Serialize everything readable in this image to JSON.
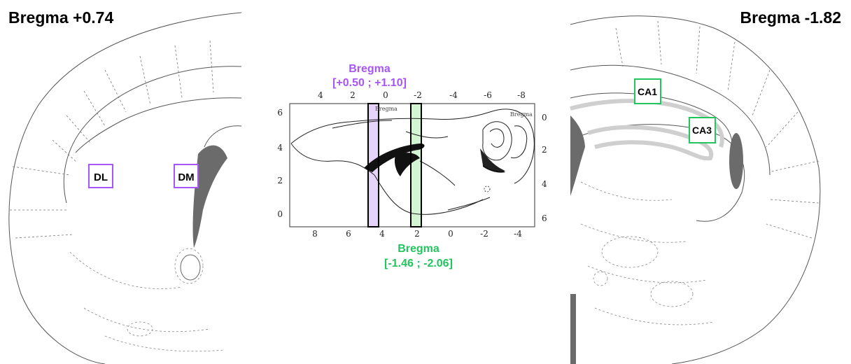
{
  "left_section": {
    "title": "Bregma +0.74",
    "regions": [
      "DL",
      "DM"
    ]
  },
  "right_section": {
    "title": "Bregma -1.82",
    "regions": [
      "CA1",
      "CA3"
    ]
  },
  "center_sagittal": {
    "top_label": {
      "line1": "Bregma",
      "line2": "[+0.50 ; +1.10]"
    },
    "bottom_label": {
      "line1": "Bregma",
      "line2": "[-1.46 ; -2.06]"
    },
    "inner_label": "Bregma",
    "inner_label_right": "Bregma",
    "top_ticks": [
      "4",
      "2",
      "0",
      "-2",
      "-4",
      "-6",
      "-8"
    ],
    "bottom_ticks": [
      "8",
      "6",
      "4",
      "2",
      "0",
      "-2",
      "-4"
    ],
    "left_ticks": [
      "6",
      "4",
      "2",
      "0"
    ],
    "right_ticks": [
      "0",
      "2",
      "4",
      "6"
    ]
  },
  "colors": {
    "purple": "#a855f7",
    "green": "#22c55e",
    "purple_fill": "#e6d3fb",
    "green_fill": "#d4f5d4",
    "dark": "#6b6b6b"
  }
}
